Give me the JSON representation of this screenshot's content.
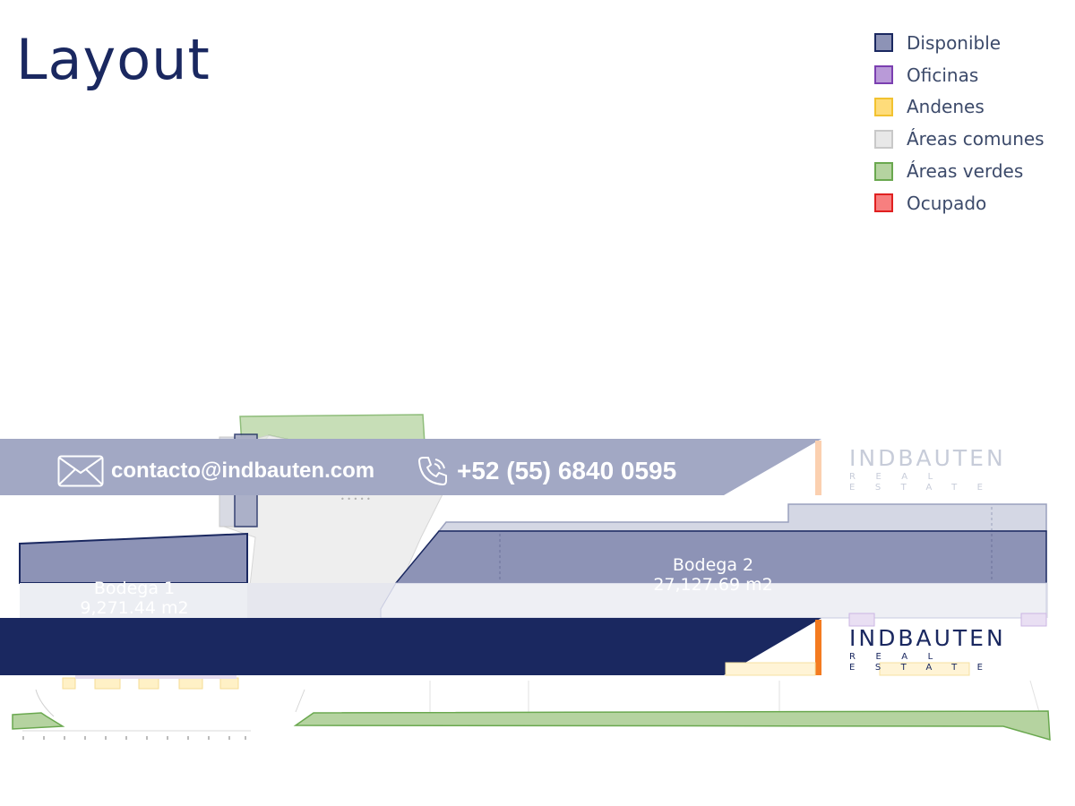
{
  "title": "Layout",
  "legend": [
    {
      "label": "Disponible",
      "fill": "#8d93b6",
      "stroke": "#1a2860"
    },
    {
      "label": "Oficinas",
      "fill": "#b99ad8",
      "stroke": "#7b3fb0"
    },
    {
      "label": "Andenes",
      "fill": "#fedc7a",
      "stroke": "#f2c230"
    },
    {
      "label": "Áreas comunes",
      "fill": "#e8e8e8",
      "stroke": "#c8c8c8"
    },
    {
      "label": "Áreas verdes",
      "fill": "#b5d3a0",
      "stroke": "#6aa84f"
    },
    {
      "label": "Ocupado",
      "fill": "#f77f7f",
      "stroke": "#e02020"
    }
  ],
  "bodegas": [
    {
      "name": "Bodega 1",
      "area": "9,271.44 m2"
    },
    {
      "name": "Bodega 2",
      "area": "27,127.69 m2"
    }
  ],
  "contact": {
    "email": "contacto@indbauten.com",
    "phone": "+52 (55) 6840 0595"
  },
  "logo": {
    "brand": "INDBAUTEN",
    "tagline": "REAL ESTATE"
  },
  "colors": {
    "navy": "#1a2860",
    "accent_orange": "#f47b20"
  }
}
